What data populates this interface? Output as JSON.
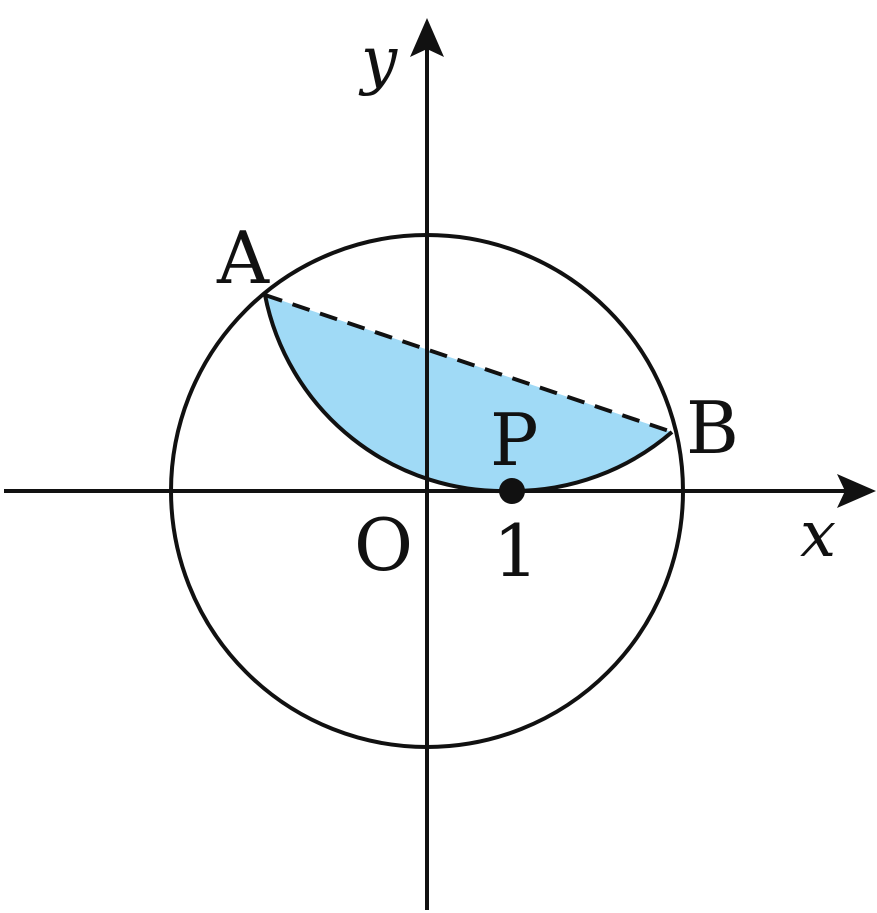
{
  "labels": {
    "axis_x": "x",
    "axis_y": "y",
    "origin": "O",
    "point_a": "A",
    "point_b": "B",
    "point_p": "P",
    "tick_one": "1"
  },
  "colors": {
    "light_region": "#d4eefc",
    "dark_region": "#a0daf6",
    "stroke": "#111111"
  }
}
